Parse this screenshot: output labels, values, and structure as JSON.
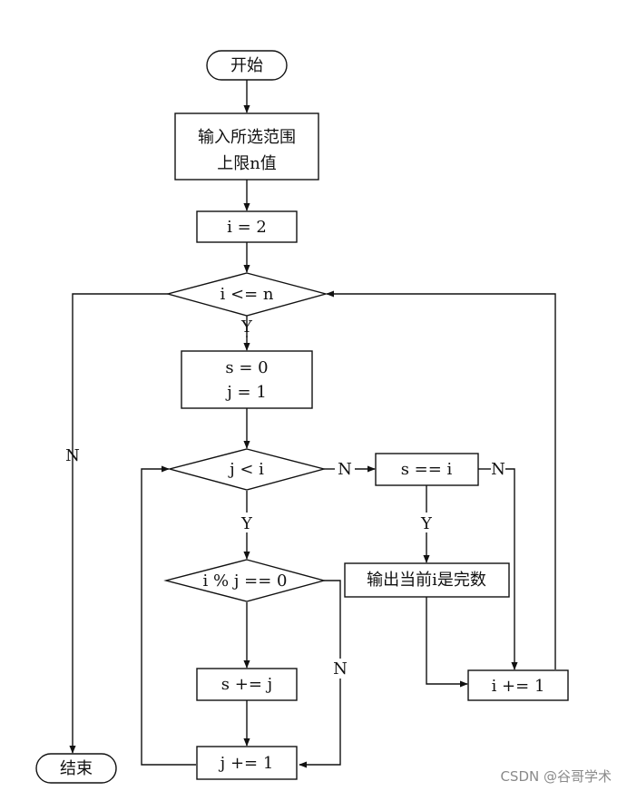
{
  "nodes": {
    "start": "开始",
    "input_line1": "输入所选范围",
    "input_line2": "上限n值",
    "init_i": "i = 2",
    "cond_i_le_n": "i <= n",
    "init_s": "s = 0",
    "init_j": "j = 1",
    "cond_j_lt_i": "j < i",
    "cond_mod": "i % j == 0",
    "s_add_j": "s += j",
    "j_inc": "j += 1",
    "cond_s_eq_i": "s == i",
    "output_perfect": "输出当前i是完数",
    "i_inc": "i += 1",
    "end": "结束"
  },
  "edges": {
    "yes": "Y",
    "no": "N"
  },
  "watermark": "CSDN @谷哥学术"
}
